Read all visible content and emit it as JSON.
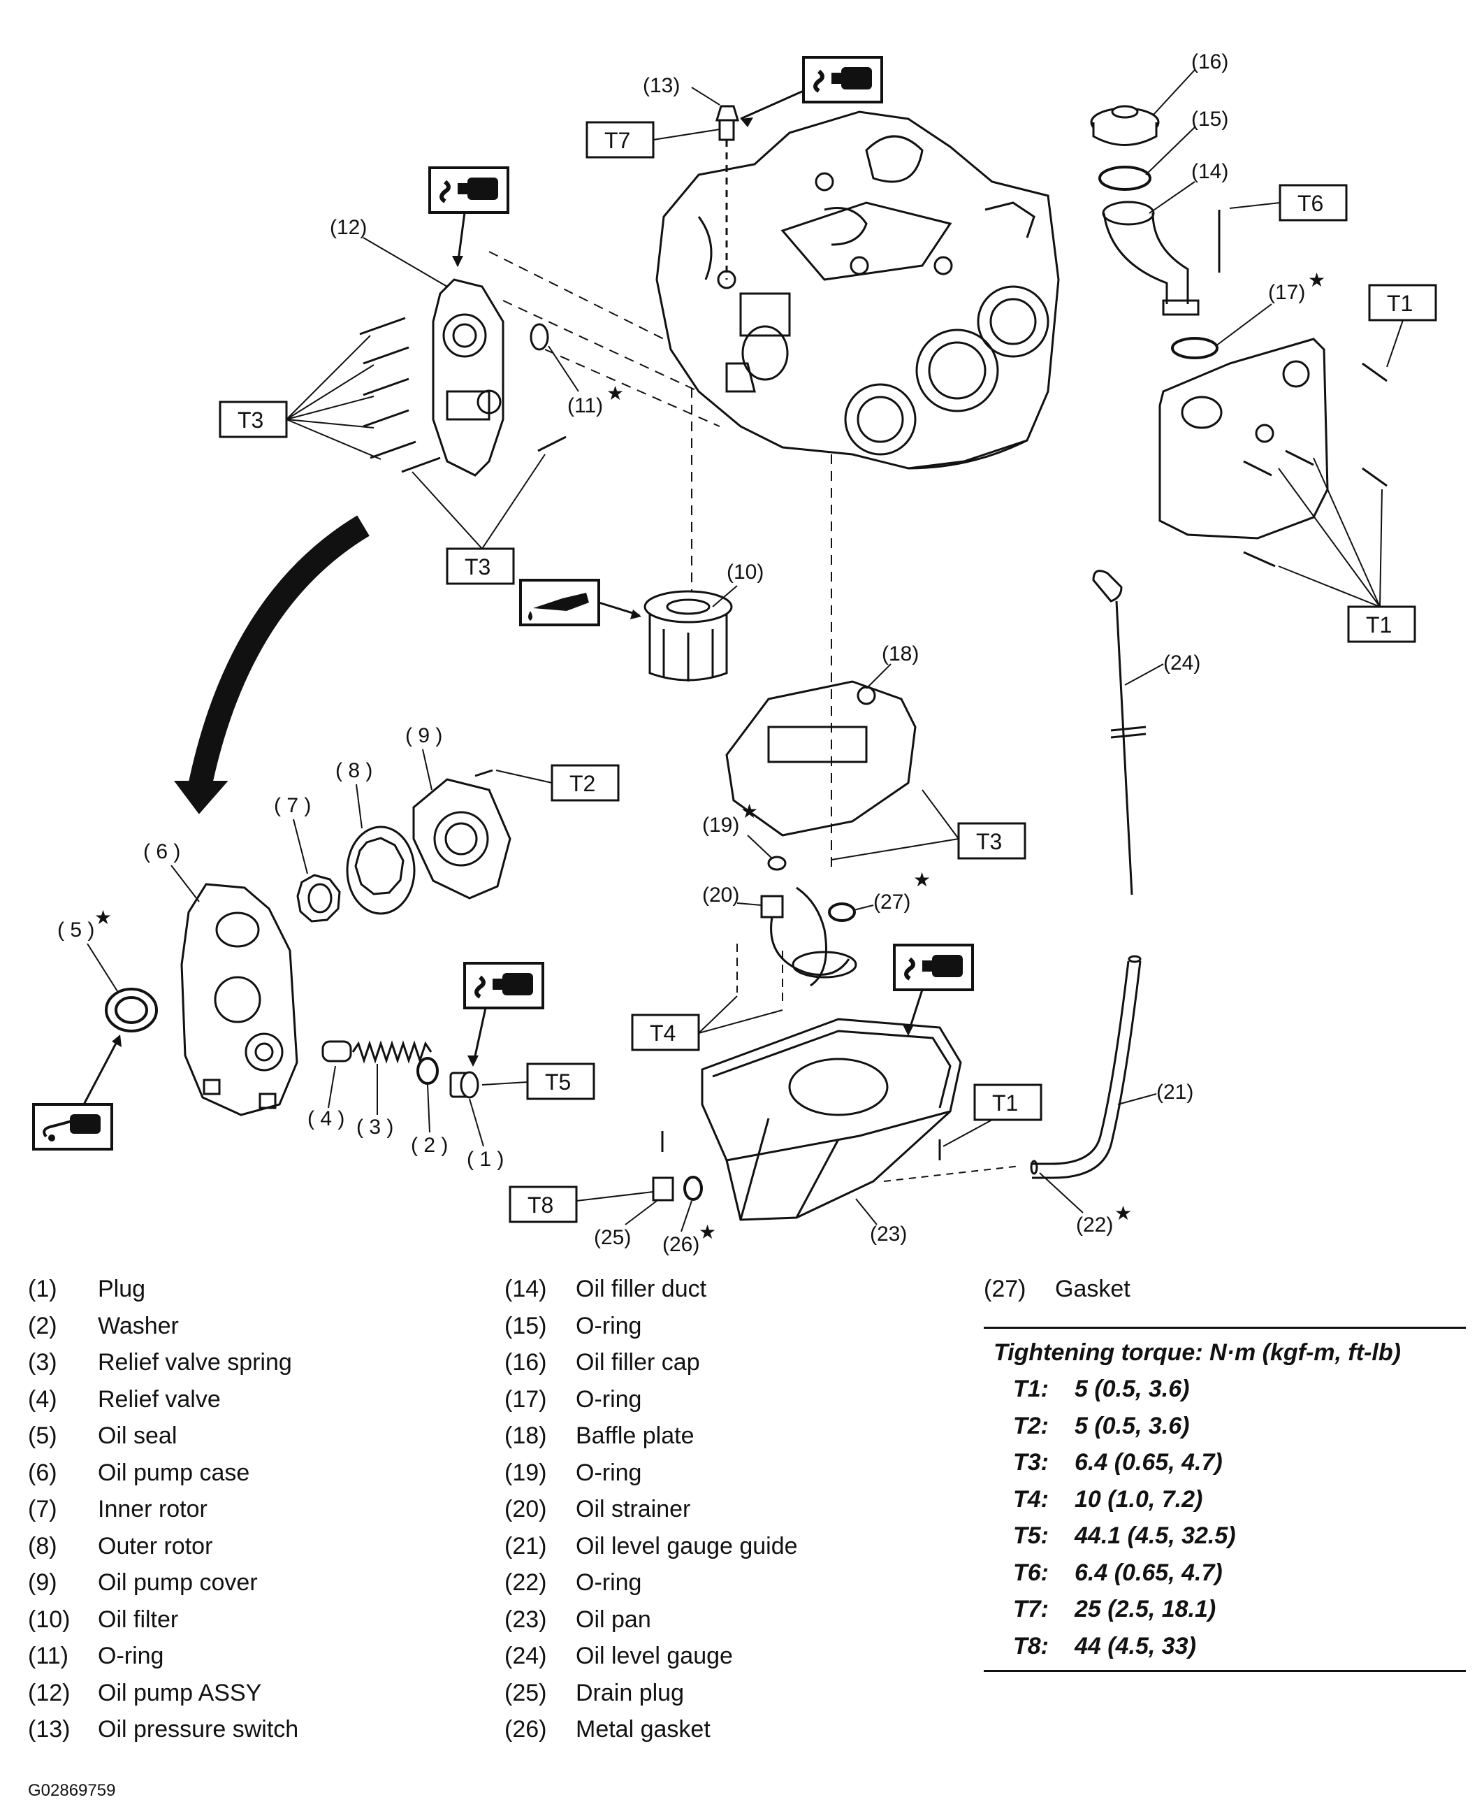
{
  "callouts": {
    "c1": "( 1 )",
    "c2": "( 2 )",
    "c3": "( 3 )",
    "c4": "( 4 )",
    "c5": "( 5 )",
    "c6": "( 6 )",
    "c7": "( 7 )",
    "c8": "( 8 )",
    "c9": "( 9 )",
    "c10": "(10)",
    "c11": "(11)",
    "c12": "(12)",
    "c13": "(13)",
    "c14": "(14)",
    "c15": "(15)",
    "c16": "(16)",
    "c17": "(17)",
    "c18": "(18)",
    "c19": "(19)",
    "c20": "(20)",
    "c21": "(21)",
    "c22": "(22)",
    "c23": "(23)",
    "c24": "(24)",
    "c25": "(25)",
    "c26": "(26)",
    "c27": "(27)"
  },
  "torque_tags": {
    "t1": "T1",
    "t2": "T2",
    "t3": "T3",
    "t4": "T4",
    "t5": "T5",
    "t6": "T6",
    "t7": "T7",
    "t8": "T8"
  },
  "star": "★",
  "legend": [
    {
      "num": "(1)",
      "name": "Plug"
    },
    {
      "num": "(2)",
      "name": "Washer"
    },
    {
      "num": "(3)",
      "name": "Relief valve spring"
    },
    {
      "num": "(4)",
      "name": "Relief valve"
    },
    {
      "num": "(5)",
      "name": "Oil seal"
    },
    {
      "num": "(6)",
      "name": "Oil pump case"
    },
    {
      "num": "(7)",
      "name": "Inner rotor"
    },
    {
      "num": "(8)",
      "name": "Outer rotor"
    },
    {
      "num": "(9)",
      "name": "Oil pump cover"
    },
    {
      "num": "(10)",
      "name": "Oil filter"
    },
    {
      "num": "(11)",
      "name": "O-ring"
    },
    {
      "num": "(12)",
      "name": "Oil pump ASSY"
    },
    {
      "num": "(13)",
      "name": "Oil pressure switch"
    },
    {
      "num": "(14)",
      "name": "Oil filler duct"
    },
    {
      "num": "(15)",
      "name": "O-ring"
    },
    {
      "num": "(16)",
      "name": "Oil filler cap"
    },
    {
      "num": "(17)",
      "name": "O-ring"
    },
    {
      "num": "(18)",
      "name": "Baffle plate"
    },
    {
      "num": "(19)",
      "name": "O-ring"
    },
    {
      "num": "(20)",
      "name": "Oil strainer"
    },
    {
      "num": "(21)",
      "name": "Oil level gauge guide"
    },
    {
      "num": "(22)",
      "name": "O-ring"
    },
    {
      "num": "(23)",
      "name": "Oil pan"
    },
    {
      "num": "(24)",
      "name": "Oil level gauge"
    },
    {
      "num": "(25)",
      "name": "Drain plug"
    },
    {
      "num": "(26)",
      "name": "Metal gasket"
    },
    {
      "num": "(27)",
      "name": "Gasket"
    }
  ],
  "torque": {
    "title": "Tightening torque: N·m (kgf-m, ft-lb)",
    "rows": [
      {
        "code": "T1:",
        "value": "5 (0.5, 3.6)"
      },
      {
        "code": "T2:",
        "value": "5 (0.5, 3.6)"
      },
      {
        "code": "T3:",
        "value": "6.4 (0.65, 4.7)"
      },
      {
        "code": "T4:",
        "value": "10 (1.0, 7.2)"
      },
      {
        "code": "T5:",
        "value": "44.1 (4.5, 32.5)"
      },
      {
        "code": "T6:",
        "value": "6.4 (0.65, 4.7)"
      },
      {
        "code": "T7:",
        "value": "25 (2.5, 18.1)"
      },
      {
        "code": "T8:",
        "value": "44 (4.5, 33)"
      }
    ]
  },
  "image_code": "G02869759",
  "icons": [
    "sealant-icon",
    "oil-application-icon",
    "grease-icon"
  ]
}
